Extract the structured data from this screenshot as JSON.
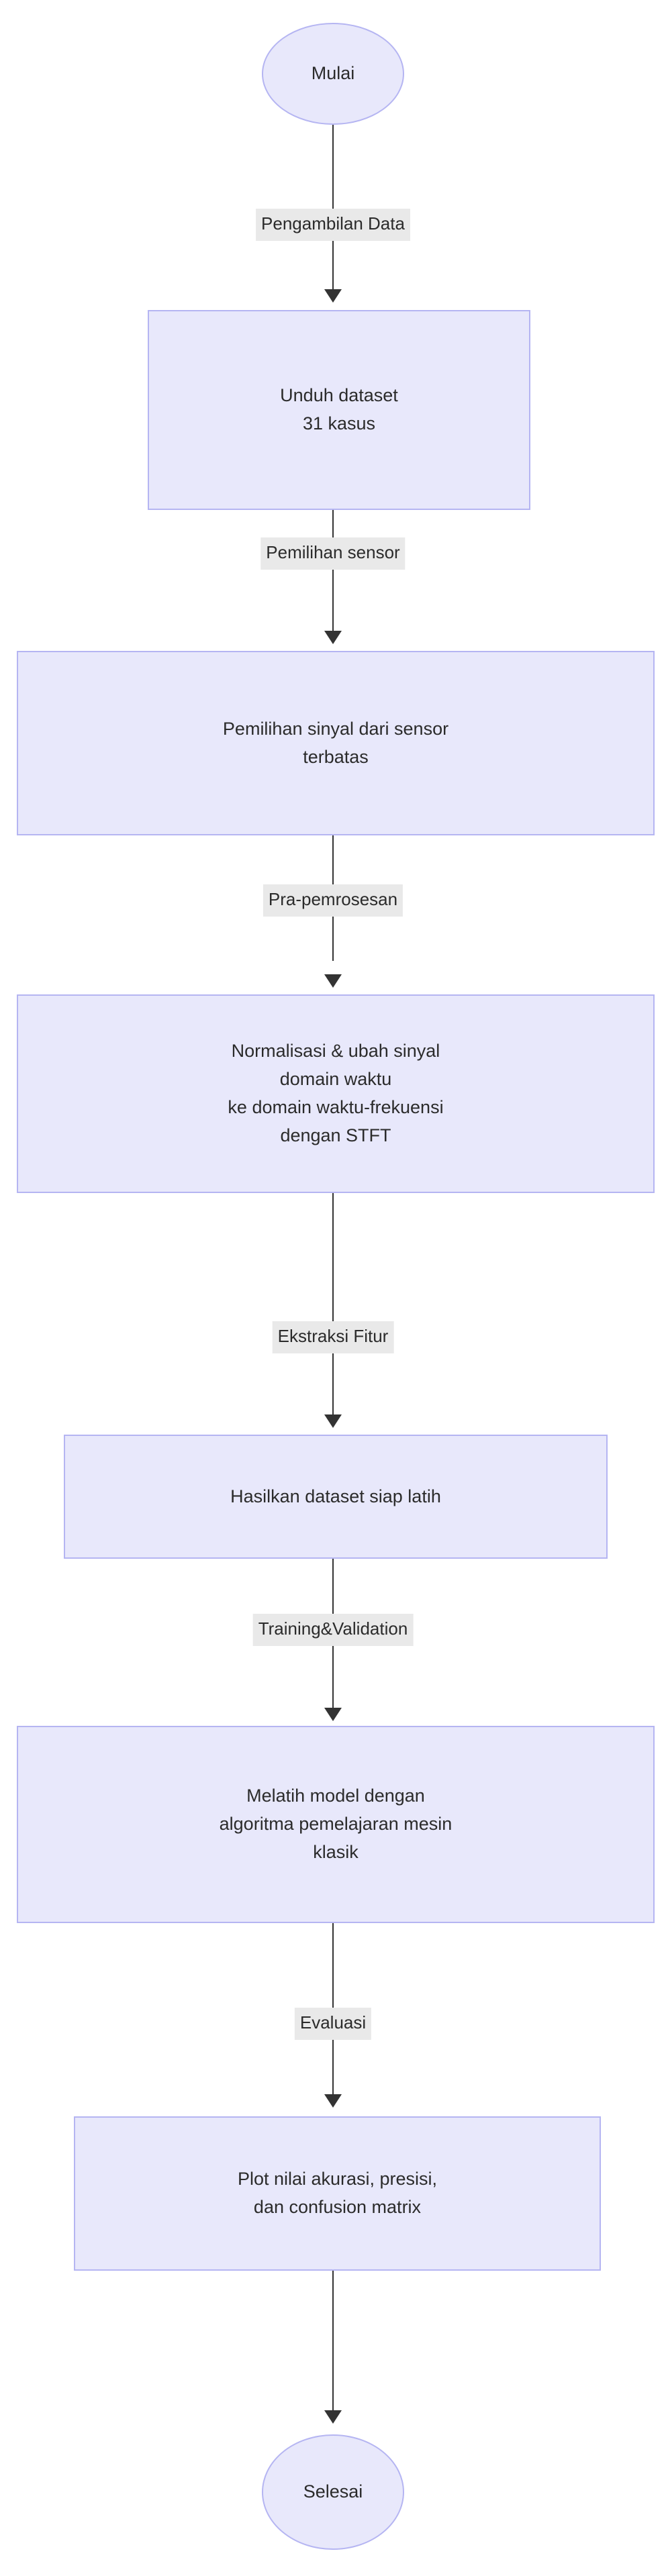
{
  "diagram": {
    "type": "flowchart",
    "orientation": "top-to-bottom",
    "colors": {
      "node_fill": "#e8e8fb",
      "node_border": "#b5b5f2",
      "edge_stroke": "#333333",
      "edge_label_background": "#e9e9e9",
      "text": "#2b2b2b",
      "page_background": "#ffffff"
    },
    "nodes": [
      {
        "id": "start",
        "shape": "terminator",
        "label": "Mulai"
      },
      {
        "id": "download",
        "shape": "process",
        "label": "Unduh dataset\n31 kasus"
      },
      {
        "id": "select",
        "shape": "process",
        "label": "Pemilihan sinyal dari sensor\nterbatas"
      },
      {
        "id": "preprocess",
        "shape": "process",
        "label": "Normalisasi & ubah sinyal\ndomain waktu\nke domain waktu-frekuensi\ndengan STFT"
      },
      {
        "id": "dataset",
        "shape": "process",
        "label": "Hasilkan dataset siap latih"
      },
      {
        "id": "train",
        "shape": "process",
        "label": "Melatih model dengan\nalgoritma pemelajaran mesin\nklasik"
      },
      {
        "id": "evaluate",
        "shape": "process",
        "label": "Plot nilai akurasi, presisi,\ndan confusion matrix"
      },
      {
        "id": "end",
        "shape": "terminator",
        "label": "Selesai"
      }
    ],
    "edges": [
      {
        "from": "start",
        "to": "download",
        "label": "Pengambilan Data"
      },
      {
        "from": "download",
        "to": "select",
        "label": "Pemilihan sensor"
      },
      {
        "from": "select",
        "to": "preprocess",
        "label": "Pra-pemrosesan"
      },
      {
        "from": "preprocess",
        "to": "dataset",
        "label": "Ekstraksi Fitur"
      },
      {
        "from": "dataset",
        "to": "train",
        "label": "Training&Validation"
      },
      {
        "from": "train",
        "to": "evaluate",
        "label": "Evaluasi"
      },
      {
        "from": "evaluate",
        "to": "end",
        "label": ""
      }
    ]
  }
}
